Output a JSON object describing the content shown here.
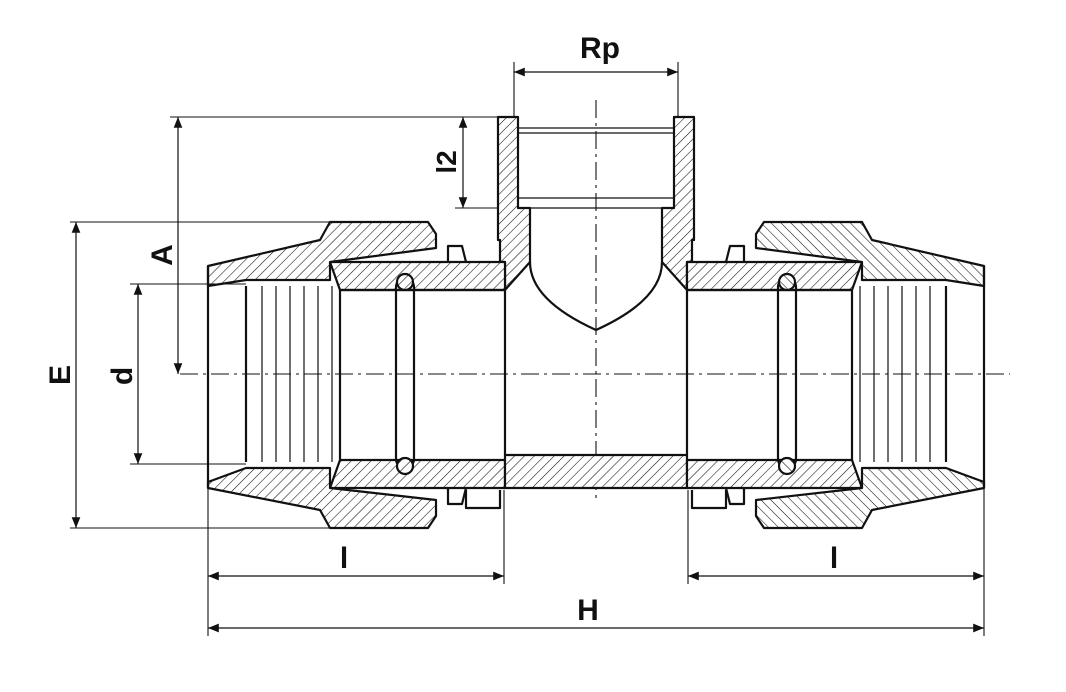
{
  "dimensions": {
    "rp": "Rp",
    "l2": "l2",
    "a": "A",
    "e": "E",
    "d": "d",
    "l_left": "l",
    "l_right": "l",
    "h": "H"
  },
  "colors": {
    "line": "#111111",
    "background": "#ffffff"
  }
}
